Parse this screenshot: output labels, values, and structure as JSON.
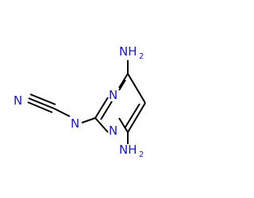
{
  "molecule": {
    "atoms": {
      "n_ring_top": "N",
      "n_ring_bottom": "N",
      "amino_top": {
        "symbol": "NH",
        "sub": "2"
      },
      "amino_bottom": {
        "symbol": "NH",
        "sub": "2"
      },
      "n_link": "N",
      "n_nitrile": "N"
    },
    "colors": {
      "nitrogen": "#1a1aa6",
      "bond": "#000000"
    }
  }
}
